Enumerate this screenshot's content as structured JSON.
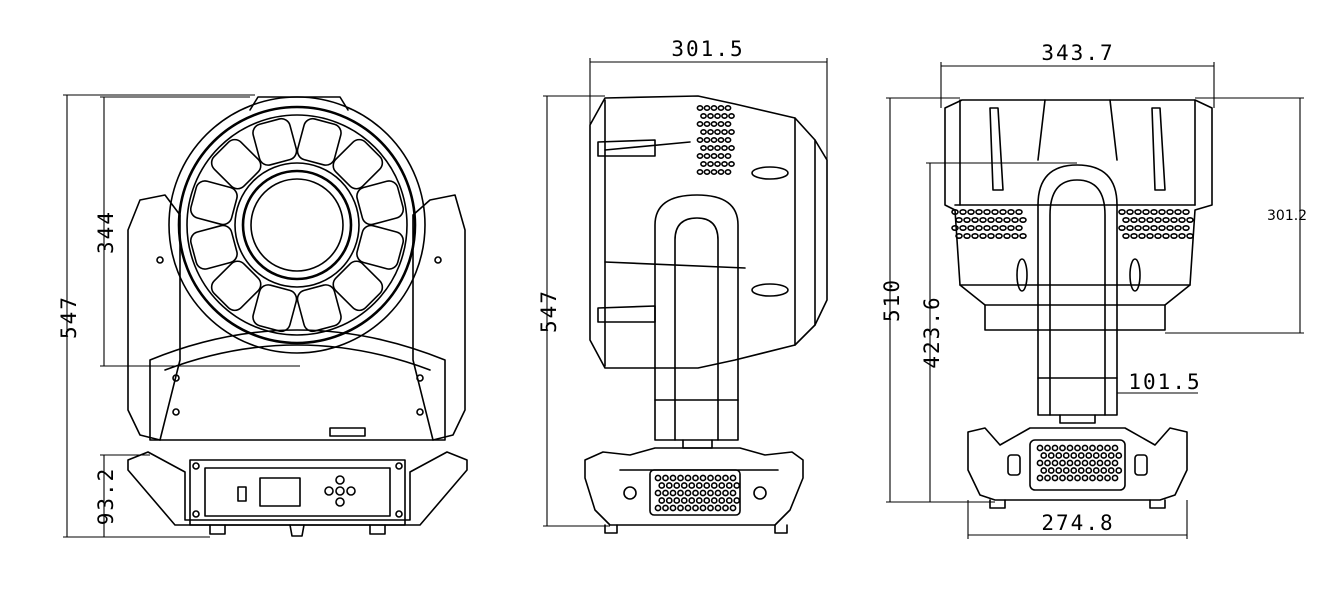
{
  "drawing": {
    "line_color": "#000000",
    "background": "#ffffff",
    "views": {
      "front": {
        "overall_height": "547",
        "head_height": "344",
        "base_height": "93.2"
      },
      "side": {
        "width": "301.5",
        "overall_height": "547"
      },
      "back": {
        "width": "343.7",
        "overall_height": "510",
        "yoke_height": "423.6",
        "head_height": "301.2",
        "arm_width": "101.5",
        "base_width": "274.8"
      }
    }
  }
}
